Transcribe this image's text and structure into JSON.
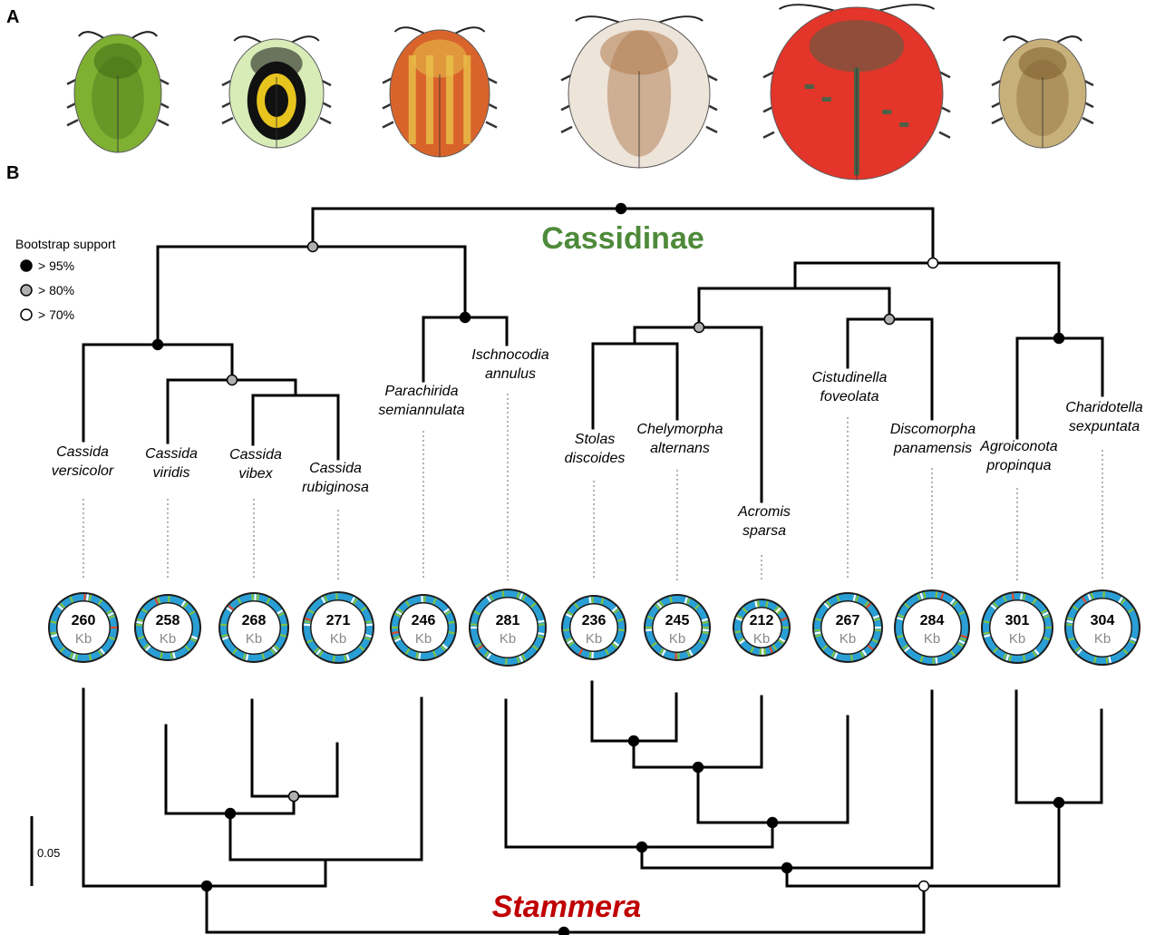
{
  "panels": {
    "a": "A",
    "b": "B"
  },
  "host_clade": {
    "label": "Cassidinae",
    "color": "#4e8a3a"
  },
  "symbiont_clade": {
    "label": "Stammera",
    "color": "#c00000"
  },
  "legend": {
    "title": "Bootstrap support",
    "items": [
      {
        "label": "> 95%",
        "fill": "#000000"
      },
      {
        "label": "> 80%",
        "fill": "#b0b0b0"
      },
      {
        "label": "> 70%",
        "fill": "#ffffff"
      }
    ]
  },
  "scale_bar": {
    "label": "0.05"
  },
  "species": [
    {
      "name1": "Cassida",
      "name2": "versicolor",
      "size": "260",
      "unit": "Kb"
    },
    {
      "name1": "Cassida",
      "name2": "viridis",
      "size": "258",
      "unit": "Kb"
    },
    {
      "name1": "Cassida",
      "name2": "vibex",
      "size": "268",
      "unit": "Kb"
    },
    {
      "name1": "Cassida",
      "name2": "rubiginosa",
      "size": "271",
      "unit": "Kb"
    },
    {
      "name1": "Parachirida",
      "name2": "semiannulata",
      "size": "246",
      "unit": "Kb"
    },
    {
      "name1": "Ischnocodia",
      "name2": "annulus",
      "size": "281",
      "unit": "Kb"
    },
    {
      "name1": "Stolas",
      "name2": "discoides",
      "size": "236",
      "unit": "Kb"
    },
    {
      "name1": "Chelymorpha",
      "name2": "alternans",
      "size": "245",
      "unit": "Kb"
    },
    {
      "name1": "Acromis",
      "name2": "sparsa",
      "size": "212",
      "unit": "Kb"
    },
    {
      "name1": "Cistudinella",
      "name2": "foveolata",
      "size": "267",
      "unit": "Kb"
    },
    {
      "name1": "Discomorpha",
      "name2": "panamensis",
      "size": "284",
      "unit": "Kb"
    },
    {
      "name1": "Agroiconota",
      "name2": "propinqua",
      "size": "301",
      "unit": "Kb"
    },
    {
      "name1": "Charidotella",
      "name2": "sexpuntata",
      "size": "304",
      "unit": "Kb"
    }
  ],
  "beetles": [
    {
      "name": "green-tortoise-beetle",
      "shell": "#7fb032",
      "accent": "#3f6a14"
    },
    {
      "name": "black-yellow-tortoise-beetle",
      "shell": "#d8ecb8",
      "accent": "#111111"
    },
    {
      "name": "striped-red-tortoise-beetle",
      "shell": "#d9642b",
      "accent": "#e8c24a"
    },
    {
      "name": "translucent-tortoise-beetle",
      "shell": "#ede4da",
      "accent": "#b07a4d"
    },
    {
      "name": "red-tortoise-beetle",
      "shell": "#e3352a",
      "accent": "#4d6146"
    },
    {
      "name": "golden-tortoise-beetle",
      "shell": "#c8b07a",
      "accent": "#7a5c2a"
    }
  ],
  "genome_ring_colors": {
    "outline": "#1c1c1c",
    "main": "#2a9fd6",
    "secondary": "#7fc241",
    "minor": "#e04a2a"
  }
}
